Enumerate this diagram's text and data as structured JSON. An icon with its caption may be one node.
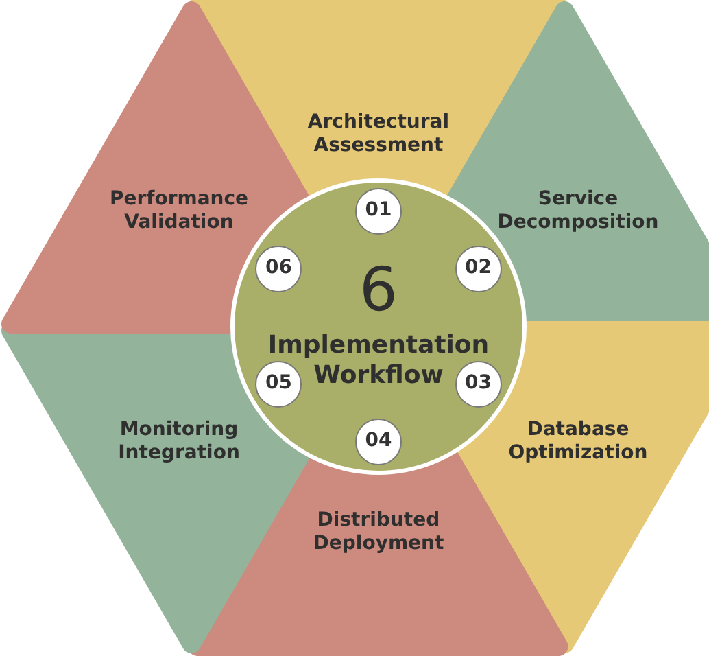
{
  "diagram": {
    "nodes": [
      {
        "text": [
          "6",
          "Implementation Workflow"
        ]
      },
      {
        "text": [
          "Architectural Assessment"
        ]
      },
      {
        "text": [
          "Service Decomposition"
        ]
      },
      {
        "text": [
          "Database Optimization"
        ]
      },
      {
        "text": [
          "Distributed Deployment"
        ]
      },
      {
        "text": [
          "Monitoring Integration"
        ]
      },
      {
        "text": [
          "Performance Validation"
        ]
      },
      {
        "text": [
          "01"
        ]
      },
      {
        "text": [
          "02"
        ]
      },
      {
        "text": [
          "03"
        ]
      },
      {
        "text": [
          "04"
        ]
      },
      {
        "text": [
          "05"
        ]
      },
      {
        "text": [
          "06"
        ]
      }
    ]
  }
}
